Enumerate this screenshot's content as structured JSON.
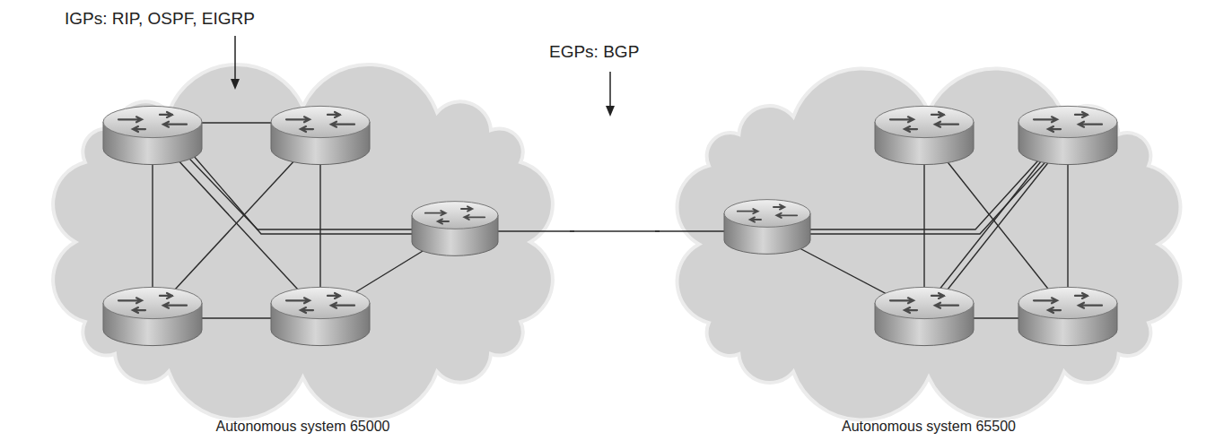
{
  "diagram": {
    "nodes": [
      {
        "text": [
          "Autonomous system 65000"
        ]
      },
      {
        "text": [
          "Autonomous system 65500"
        ]
      }
    ],
    "edges": [
      {
        "from": 0,
        "to": 1,
        "arrow": "none"
      }
    ],
    "labels": [
      "IGPs: RIP, OSPF, EIGRP",
      "EGPs: BGP"
    ]
  }
}
